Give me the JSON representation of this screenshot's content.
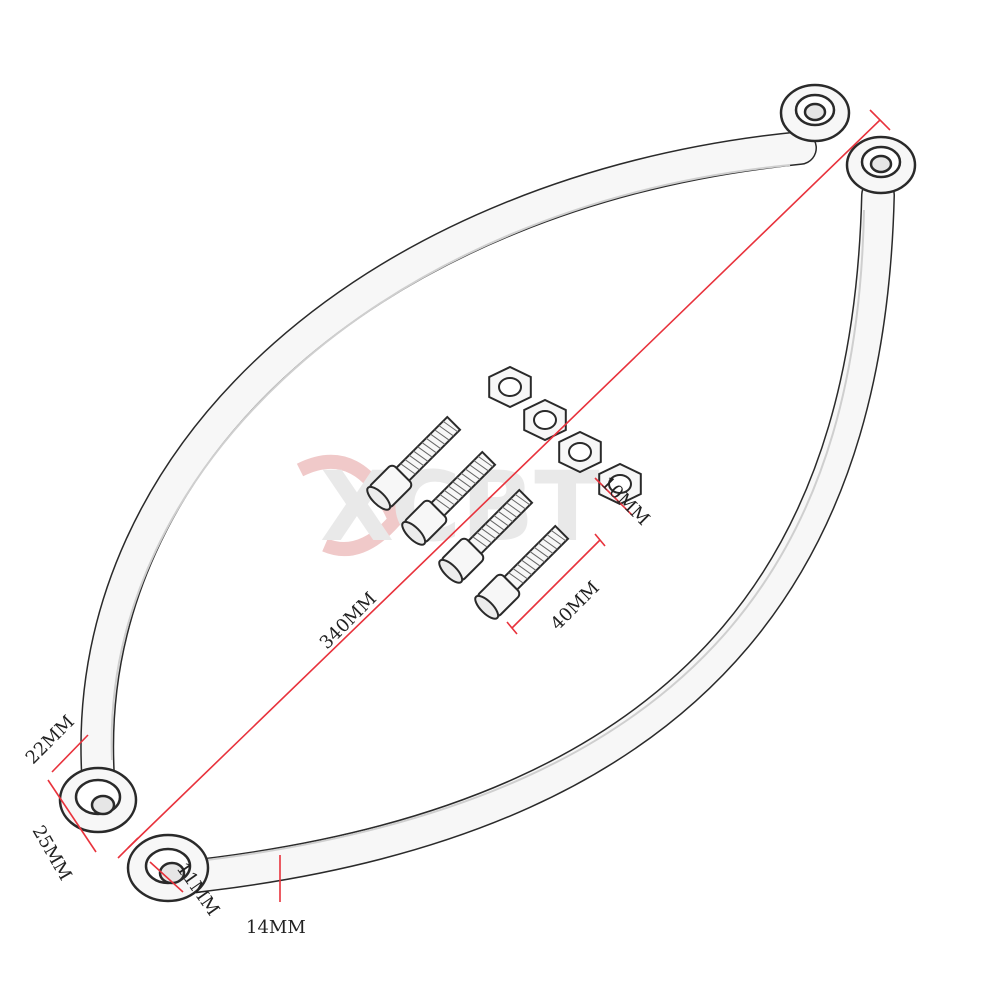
{
  "watermark": {
    "text": "XCBT"
  },
  "dimensions": {
    "overall_length": "340MM",
    "bolt_length": "40MM",
    "bolt_diameter": "10MM",
    "eye_width": "22MM",
    "eye_outer": "25MM",
    "hole": "11MM",
    "tube_diameter": "14MM"
  },
  "colors": {
    "dimension_line": "#e8323c",
    "outline": "#2a2a2a",
    "part_fill": "#f7f7f7",
    "watermark": "#e9e9e9"
  }
}
